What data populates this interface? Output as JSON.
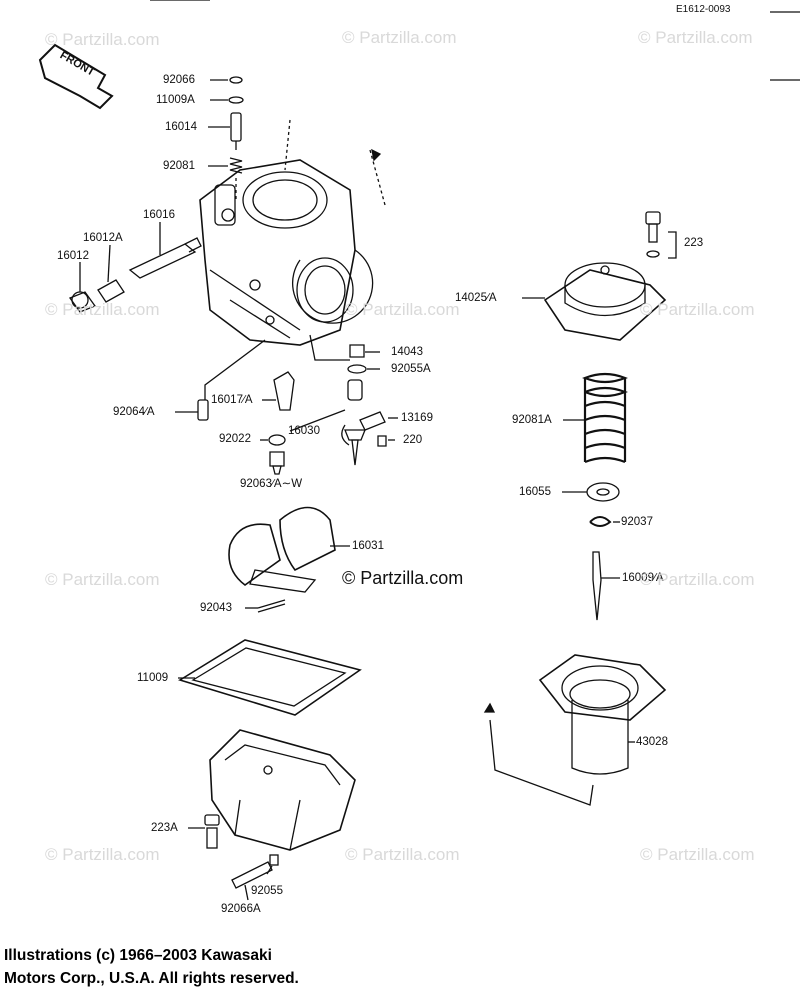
{
  "diagram": {
    "code": "E1612-0093",
    "front_label": "FRONT",
    "copyright_line1": "Illustrations (c) 1966–2003 Kawasaki",
    "copyright_line2": "Motors Corp., U.S.A.  All rights reserved.",
    "watermark": "© Partzilla.com",
    "watermark_center": "© Partzilla.com",
    "parts": [
      "92066",
      "11009A",
      "16014",
      "92081",
      "16016",
      "16012A",
      "16012",
      "92064∕A",
      "16017∕A",
      "16030",
      "92022",
      "92063∕A∼W",
      "14043",
      "92055A",
      "13169",
      "220",
      "16031",
      "92043",
      "11009",
      "223A",
      "92055",
      "92066A",
      "223",
      "14025∕A",
      "92081A",
      "16055",
      "92037",
      "16009∕A",
      "43028"
    ]
  }
}
